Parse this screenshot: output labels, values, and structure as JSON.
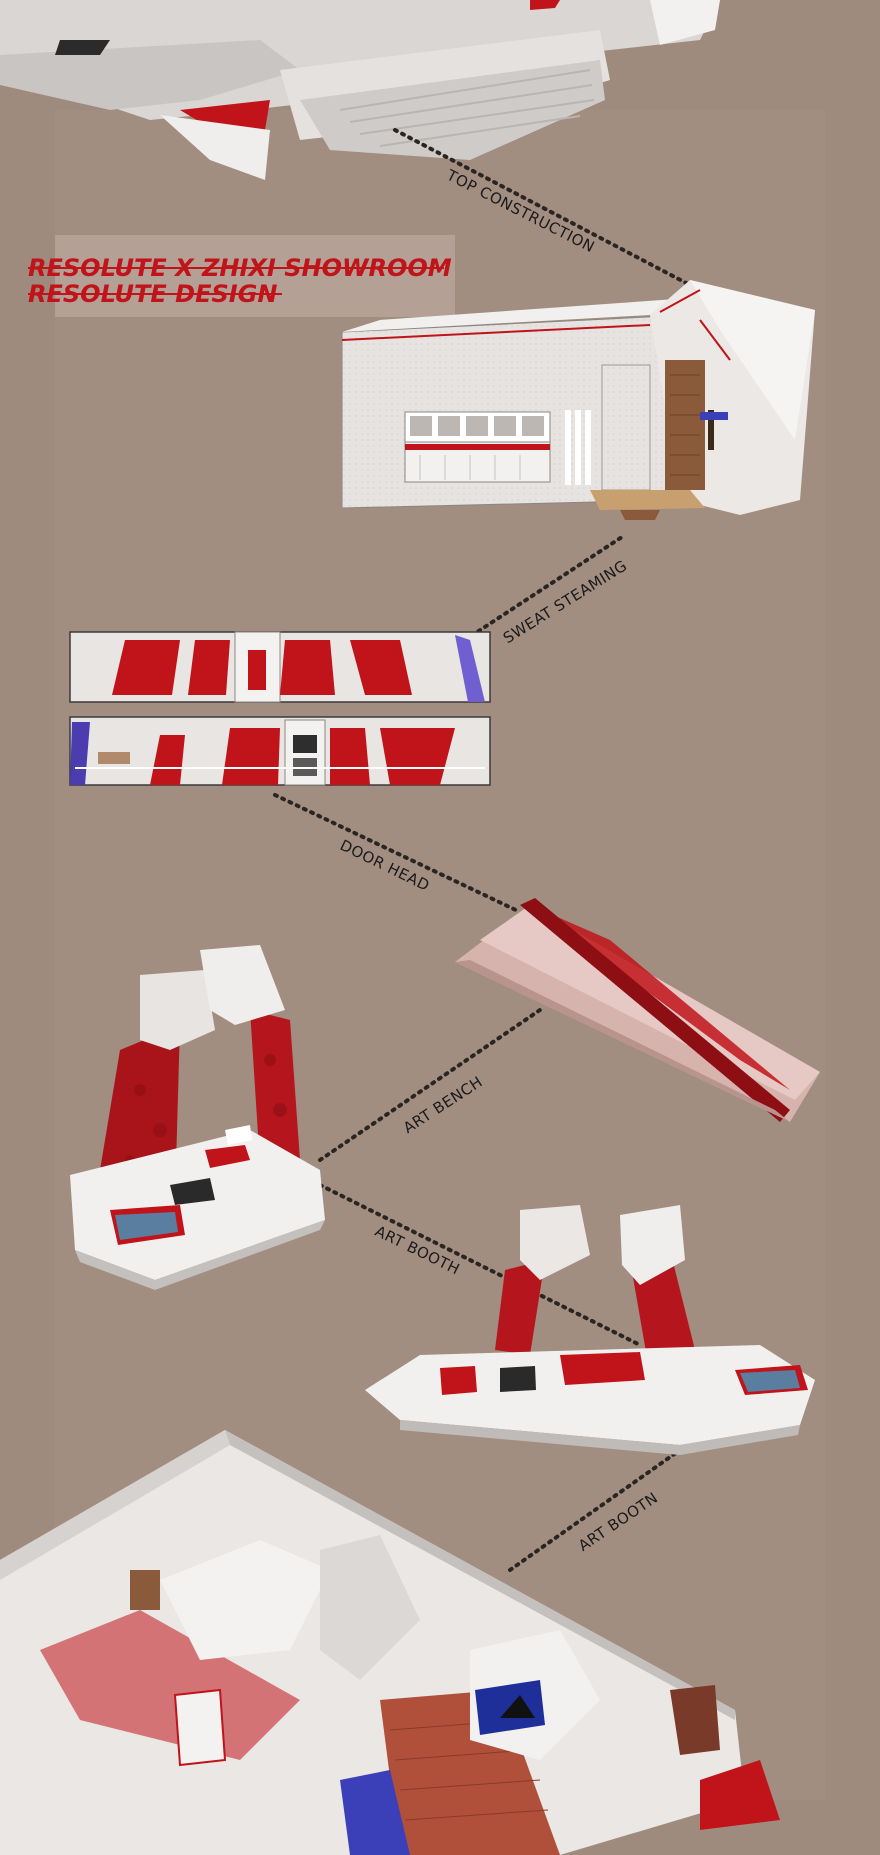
{
  "title": {
    "line1": "RESOLUTE X ZHIXI SHOWROOM",
    "line2": "RESOLUTE  DESIGN"
  },
  "labels": {
    "top_construction": "TOP CONSTRUCTION",
    "sweat_steaming": "SWEAT STEAMING",
    "door_head": "DOOR HEAD",
    "art_bench": "ART BENCH",
    "art_booth": "ART BOOTH",
    "art_bootn": "ART BOOTN"
  },
  "colors": {
    "background": "#9f8a7e",
    "accent_red": "#c0141a",
    "concrete": "#e4e1de",
    "concrete_shade": "#b9b5b2",
    "dark_red": "#8d0f14",
    "blue": "#3b3fb8",
    "wood": "#8a5a3a"
  }
}
